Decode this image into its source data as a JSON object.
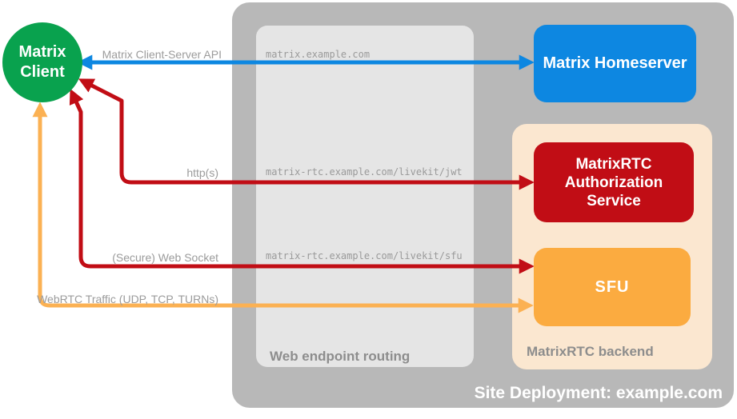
{
  "diagram": {
    "title": "Site Deployment: example.com",
    "client": {
      "label": "Matrix Client"
    },
    "homeserver": {
      "label": "Matrix Homeserver"
    },
    "auth_service": {
      "label": "MatrixRTC Authorization Service"
    },
    "sfu": {
      "label": "SFU"
    },
    "web_routing": {
      "label": "Web endpoint routing",
      "endpoints": [
        "matrix.example.com",
        "matrix-rtc.example.com/livekit/jwt",
        "matrix-rtc.example.com/livekit/sfu"
      ]
    },
    "backend": {
      "label": "MatrixRTC backend"
    },
    "arrows": [
      {
        "label": "Matrix Client-Server API",
        "from": "Matrix Client",
        "to": "Matrix Homeserver",
        "color": "#0d87e1",
        "bidirectional": true
      },
      {
        "label": "http(s)",
        "from": "Matrix Client",
        "to": "MatrixRTC Authorization Service",
        "color": "#c10d15",
        "bidirectional": true
      },
      {
        "label": "(Secure) Web Socket",
        "from": "Matrix Client",
        "to": "SFU",
        "color": "#c10d15",
        "bidirectional": true
      },
      {
        "label": "WebRTC Traffic (UDP, TCP, TURNs)",
        "from": "Matrix Client",
        "to": "SFU",
        "color": "#fbb153",
        "bidirectional": true
      }
    ],
    "colors": {
      "client_green": "#09a24e",
      "homeserver_blue": "#0d87e1",
      "auth_red": "#c10d15",
      "sfu_orange": "#fbab40",
      "webrtc_arrow_orange": "#fbb153",
      "site_container_gray": "#b8b8b8",
      "routing_box_gray": "#e5e5e5",
      "backend_peach": "#fbe7d0",
      "label_gray": "#8d8d8d",
      "text_white": "#ffffff"
    }
  }
}
